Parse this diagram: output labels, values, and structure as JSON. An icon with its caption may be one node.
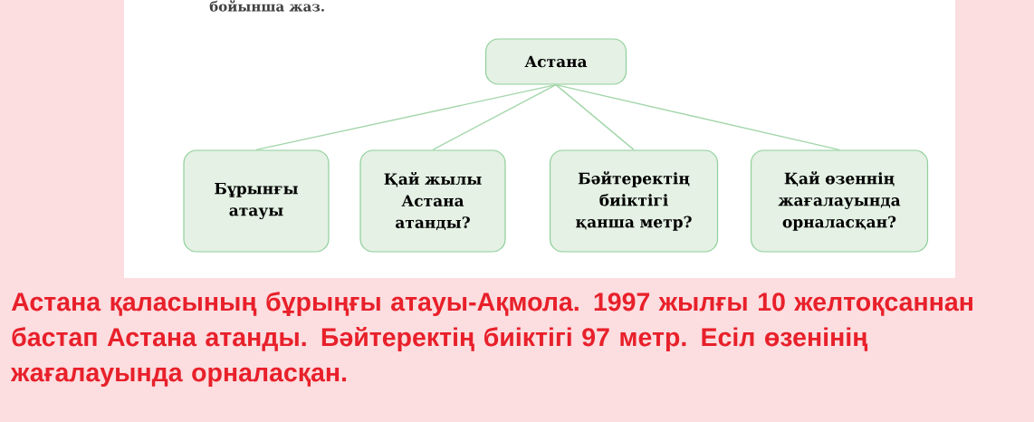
{
  "diagram": {
    "nodes": [
      {
        "text": [
          "Астана"
        ]
      },
      {
        "text": [
          "Бұрынғы атауы"
        ]
      },
      {
        "text": [
          "Қай жылы Астана атанды?"
        ]
      },
      {
        "text": [
          "Бәйтеректің биіктігі қанша метр?"
        ]
      },
      {
        "text": [
          "Қай өзеннің жағалауында орналасқан?"
        ]
      }
    ],
    "edges": [
      {
        "from": 0,
        "to": 1,
        "arrow": "none"
      },
      {
        "from": 0,
        "to": 2,
        "arrow": "none"
      },
      {
        "from": 0,
        "to": 3,
        "arrow": "none"
      },
      {
        "from": 0,
        "to": 4,
        "arrow": "none"
      }
    ],
    "labels": [
      "бойынша жаз.",
      "Астана қаласының бұрыңғы атауы-Ақмола. 1997 жылғы 10 желтоқсаннан бастап Астана атанды.  Бәйтеректің биіктігі 97 метр. Есіл өзенінің жағалауында орналасқан."
    ]
  }
}
